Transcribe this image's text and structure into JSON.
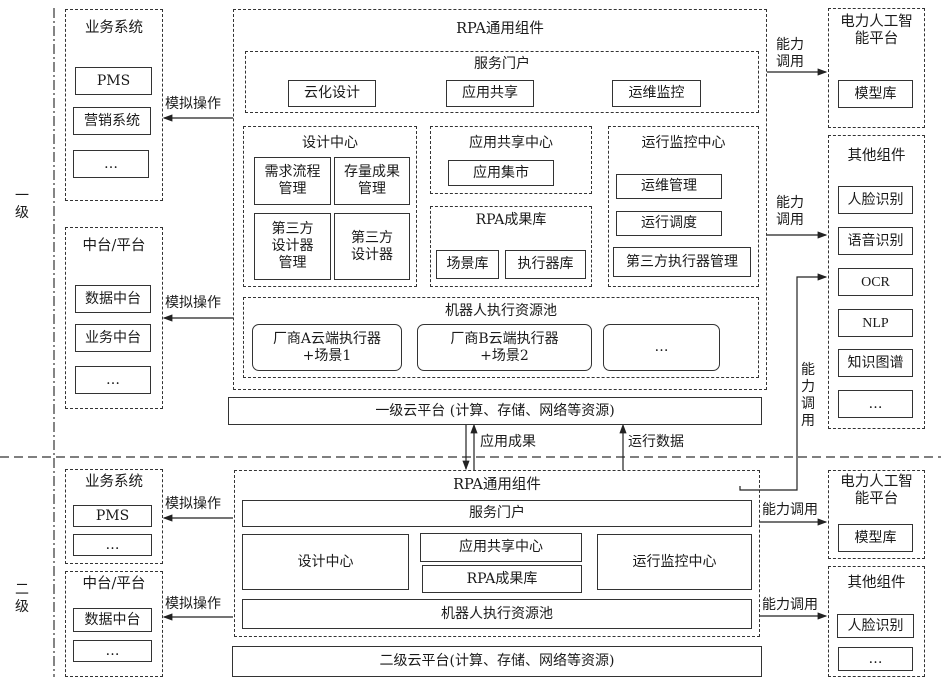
{
  "levels": {
    "level1": "一级",
    "level2": "二级"
  },
  "level1": {
    "business_systems": {
      "title": "业务系统",
      "items": [
        "PMS",
        "营销系统",
        "…"
      ]
    },
    "platforms": {
      "title": "中台/平台",
      "items": [
        "数据中台",
        "业务中台",
        "…"
      ]
    },
    "simulate_op_1": "模拟操作",
    "simulate_op_2": "模拟操作",
    "rpa": {
      "title": "RPA通用组件",
      "service_portal": {
        "title": "服务门户",
        "items": [
          "云化设计",
          "应用共享",
          "运维监控"
        ]
      },
      "design_center": {
        "title": "设计中心",
        "items": [
          "需求流程管理",
          "存量成果管理",
          "第三方设计器管理",
          "第三方设计器"
        ]
      },
      "app_share_center": {
        "title": "应用共享中心",
        "items": [
          "应用集市"
        ]
      },
      "rpa_library": {
        "title": "RPA成果库",
        "items": [
          "场景库",
          "执行器库"
        ]
      },
      "ops_center": {
        "title": "运行监控中心",
        "items": [
          "运维管理",
          "运行调度",
          "第三方执行器管理"
        ]
      },
      "robot_pool": {
        "title": "机器人执行资源池",
        "items": [
          "厂商A云端执行器+场景1",
          "厂商B云端执行器+场景2",
          "…"
        ]
      }
    },
    "cloud": "一级云平台 (计算、存储、网络等资源)",
    "capability_call_1": "能力调用",
    "capability_call_2": "能力调用",
    "capability_call_vertical": "能力调用",
    "ai_platform": {
      "title": "电力人工智能平台",
      "items": [
        "模型库"
      ]
    },
    "other_components": {
      "title": "其他组件",
      "items": [
        "人脸识别",
        "语音识别",
        "OCR",
        "NLP",
        "知识图谱",
        "…"
      ]
    }
  },
  "between": {
    "app_results": "应用成果",
    "run_data": "运行数据"
  },
  "level2": {
    "business_systems": {
      "title": "业务系统",
      "items": [
        "PMS",
        "…"
      ]
    },
    "platforms": {
      "title": "中台/平台",
      "items": [
        "数据中台",
        "…"
      ]
    },
    "simulate_op_1": "模拟操作",
    "simulate_op_2": "模拟操作",
    "rpa": {
      "title": "RPA通用组件",
      "service_portal": "服务门户",
      "design_center": "设计中心",
      "app_share_center": "应用共享中心",
      "rpa_library": "RPA成果库",
      "ops_center": "运行监控中心",
      "robot_pool": "机器人执行资源池"
    },
    "cloud": "二级云平台(计算、存储、网络等资源)",
    "capability_call_1": "能力调用",
    "capability_call_2": "能力调用",
    "ai_platform": {
      "title": "电力人工智能平台",
      "items": [
        "模型库"
      ]
    },
    "other_components": {
      "title": "其他组件",
      "items": [
        "人脸识别",
        "…"
      ]
    }
  }
}
